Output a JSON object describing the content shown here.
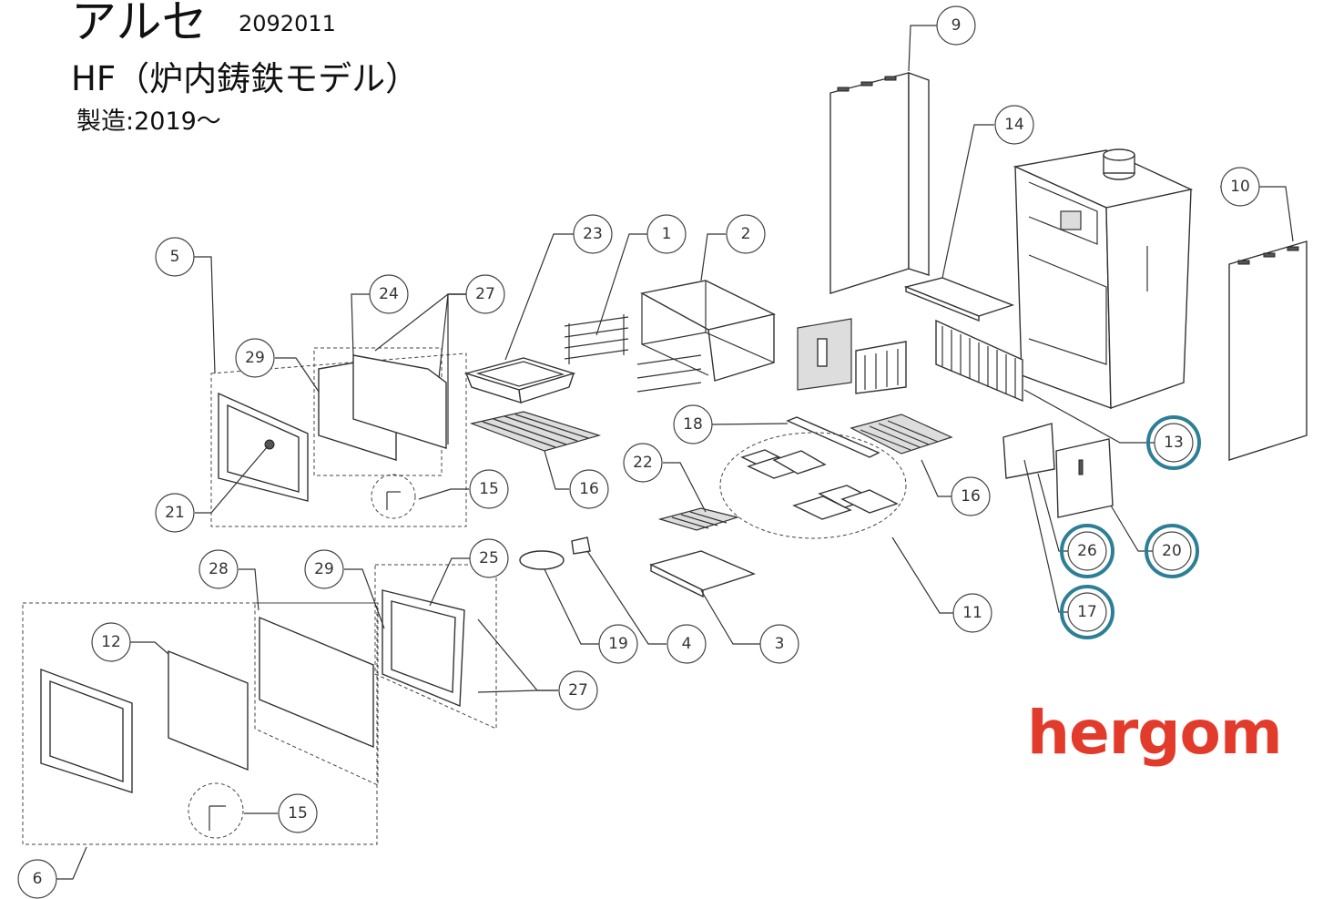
{
  "header": {
    "product_name": "アルセ",
    "product_code": "2092011",
    "model": "HF（炉内鋳鉄モデル）",
    "manufactured": "製造:2019～"
  },
  "brand": {
    "logo_text": "hergom",
    "logo_color": "#e23b2c"
  },
  "highlight_color": "#2d7f96",
  "callouts": {
    "c1": "1",
    "c2": "2",
    "c3": "3",
    "c4": "4",
    "c5": "5",
    "c6": "6",
    "c9": "9",
    "c10": "10",
    "c11": "11",
    "c12": "12",
    "c13": "13",
    "c14": "14",
    "c15a": "15",
    "c15b": "15",
    "c16a": "16",
    "c16b": "16",
    "c17": "17",
    "c18": "18",
    "c19": "19",
    "c20": "20",
    "c21": "21",
    "c22": "22",
    "c23": "23",
    "c24": "24",
    "c25": "25",
    "c26": "26",
    "c27a": "27",
    "c27b": "27",
    "c28": "28",
    "c29a": "29",
    "c29b": "29"
  },
  "highlighted_callouts": [
    "13",
    "17",
    "20",
    "26"
  ]
}
